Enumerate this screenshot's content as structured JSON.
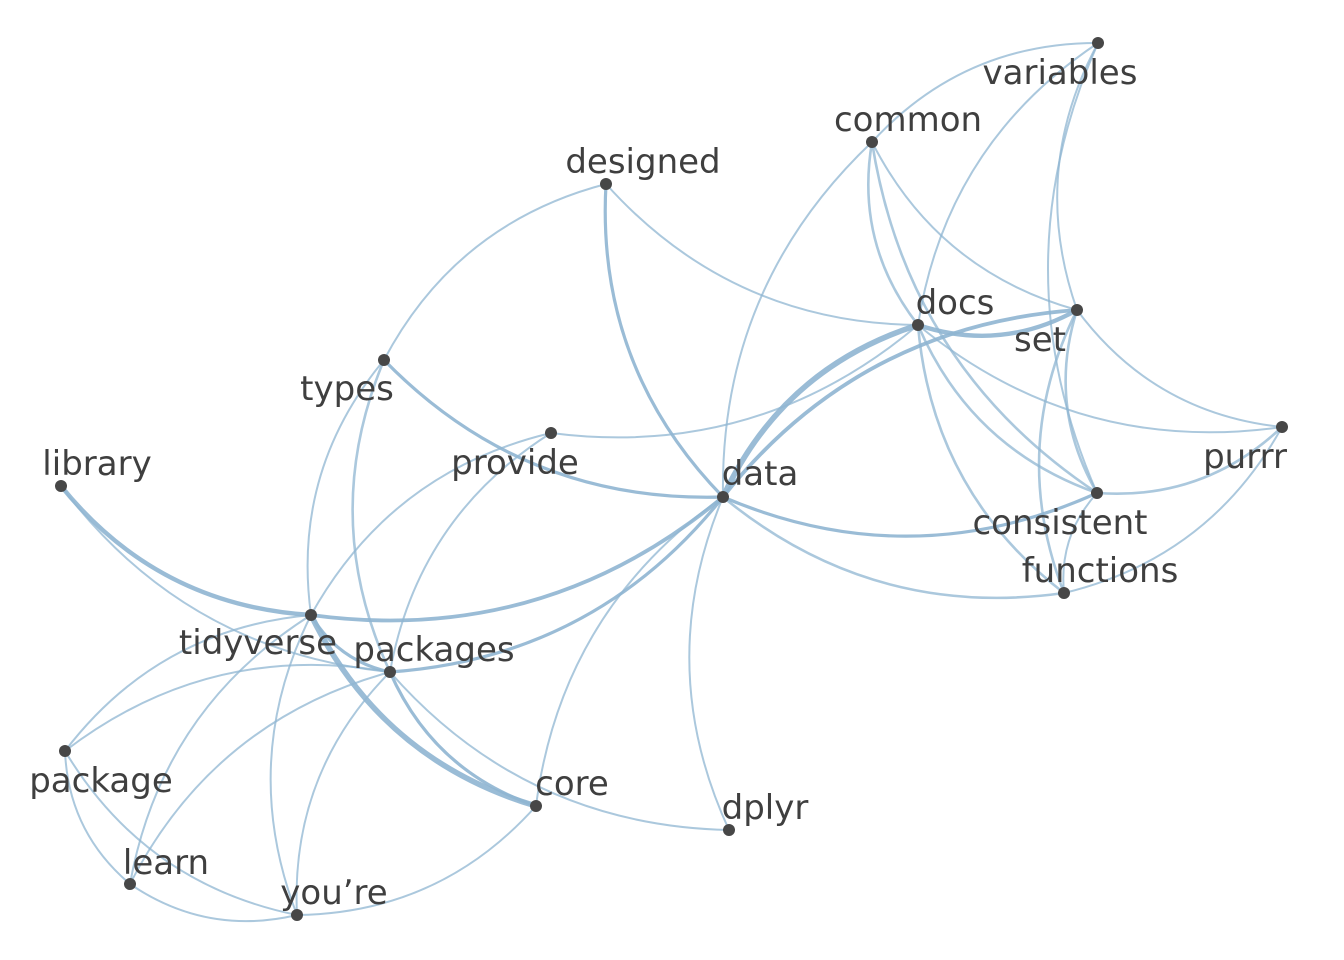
{
  "nodes": [
    {
      "id": "variables",
      "label": "variables"
    },
    {
      "id": "common",
      "label": "common"
    },
    {
      "id": "designed",
      "label": "designed"
    },
    {
      "id": "docs",
      "label": "docs"
    },
    {
      "id": "set",
      "label": "set"
    },
    {
      "id": "types",
      "label": "types"
    },
    {
      "id": "provide",
      "label": "provide"
    },
    {
      "id": "purrr",
      "label": "purrr"
    },
    {
      "id": "library",
      "label": "library"
    },
    {
      "id": "data",
      "label": "data"
    },
    {
      "id": "consistent",
      "label": "consistent"
    },
    {
      "id": "functions",
      "label": "functions"
    },
    {
      "id": "tidyverse",
      "label": "tidyverse"
    },
    {
      "id": "packages",
      "label": "packages"
    },
    {
      "id": "package",
      "label": "package"
    },
    {
      "id": "core",
      "label": "core"
    },
    {
      "id": "dplyr",
      "label": "dplyr"
    },
    {
      "id": "learn",
      "label": "learn"
    },
    {
      "id": "youre",
      "label": "you’re"
    }
  ],
  "edges": [
    {
      "source": "docs",
      "target": "data",
      "weight": 4
    },
    {
      "source": "docs",
      "target": "set",
      "weight": 3
    },
    {
      "source": "set",
      "target": "data",
      "weight": 2.5
    },
    {
      "source": "library",
      "target": "tidyverse",
      "weight": 3
    },
    {
      "source": "library",
      "target": "packages",
      "weight": 1
    },
    {
      "source": "tidyverse",
      "target": "core",
      "weight": 4
    },
    {
      "source": "packages",
      "target": "core",
      "weight": 2
    },
    {
      "source": "tidyverse",
      "target": "packages",
      "weight": 2
    },
    {
      "source": "tidyverse",
      "target": "data",
      "weight": 2.5
    },
    {
      "source": "packages",
      "target": "data",
      "weight": 2
    },
    {
      "source": "designed",
      "target": "data",
      "weight": 2
    },
    {
      "source": "designed",
      "target": "types",
      "weight": 1
    },
    {
      "source": "designed",
      "target": "docs",
      "weight": 1
    },
    {
      "source": "types",
      "target": "data",
      "weight": 2
    },
    {
      "source": "types",
      "target": "packages",
      "weight": 1.5
    },
    {
      "source": "types",
      "target": "tidyverse",
      "weight": 1
    },
    {
      "source": "provide",
      "target": "docs",
      "weight": 1
    },
    {
      "source": "provide",
      "target": "packages",
      "weight": 1
    },
    {
      "source": "provide",
      "target": "tidyverse",
      "weight": 1
    },
    {
      "source": "common",
      "target": "docs",
      "weight": 1.5
    },
    {
      "source": "common",
      "target": "consistent",
      "weight": 1.5
    },
    {
      "source": "common",
      "target": "data",
      "weight": 1
    },
    {
      "source": "common",
      "target": "set",
      "weight": 1
    },
    {
      "source": "variables",
      "target": "docs",
      "weight": 1
    },
    {
      "source": "variables",
      "target": "set",
      "weight": 1
    },
    {
      "source": "variables",
      "target": "common",
      "weight": 1
    },
    {
      "source": "variables",
      "target": "consistent",
      "weight": 1
    },
    {
      "source": "docs",
      "target": "consistent",
      "weight": 1.5
    },
    {
      "source": "docs",
      "target": "functions",
      "weight": 1.5
    },
    {
      "source": "docs",
      "target": "purrr",
      "weight": 1
    },
    {
      "source": "set",
      "target": "consistent",
      "weight": 1.5
    },
    {
      "source": "set",
      "target": "functions",
      "weight": 1.5
    },
    {
      "source": "set",
      "target": "purrr",
      "weight": 1
    },
    {
      "source": "data",
      "target": "consistent",
      "weight": 2
    },
    {
      "source": "data",
      "target": "functions",
      "weight": 1.5
    },
    {
      "source": "data",
      "target": "dplyr",
      "weight": 1
    },
    {
      "source": "data",
      "target": "core",
      "weight": 1
    },
    {
      "source": "consistent",
      "target": "purrr",
      "weight": 1.5
    },
    {
      "source": "functions",
      "target": "purrr",
      "weight": 1
    },
    {
      "source": "consistent",
      "target": "functions",
      "weight": 1
    },
    {
      "source": "tidyverse",
      "target": "package",
      "weight": 1
    },
    {
      "source": "tidyverse",
      "target": "youre",
      "weight": 1
    },
    {
      "source": "tidyverse",
      "target": "learn",
      "weight": 1
    },
    {
      "source": "packages",
      "target": "package",
      "weight": 1
    },
    {
      "source": "packages",
      "target": "dplyr",
      "weight": 1
    },
    {
      "source": "packages",
      "target": "youre",
      "weight": 1
    },
    {
      "source": "packages",
      "target": "learn",
      "weight": 1
    },
    {
      "source": "package",
      "target": "learn",
      "weight": 1
    },
    {
      "source": "package",
      "target": "youre",
      "weight": 1
    },
    {
      "source": "learn",
      "target": "youre",
      "weight": 1
    },
    {
      "source": "youre",
      "target": "core",
      "weight": 1
    }
  ],
  "colors": {
    "edge": "#8fb5d1",
    "node": "#474747",
    "label": "#3f3f3f",
    "background": "#ffffff"
  }
}
